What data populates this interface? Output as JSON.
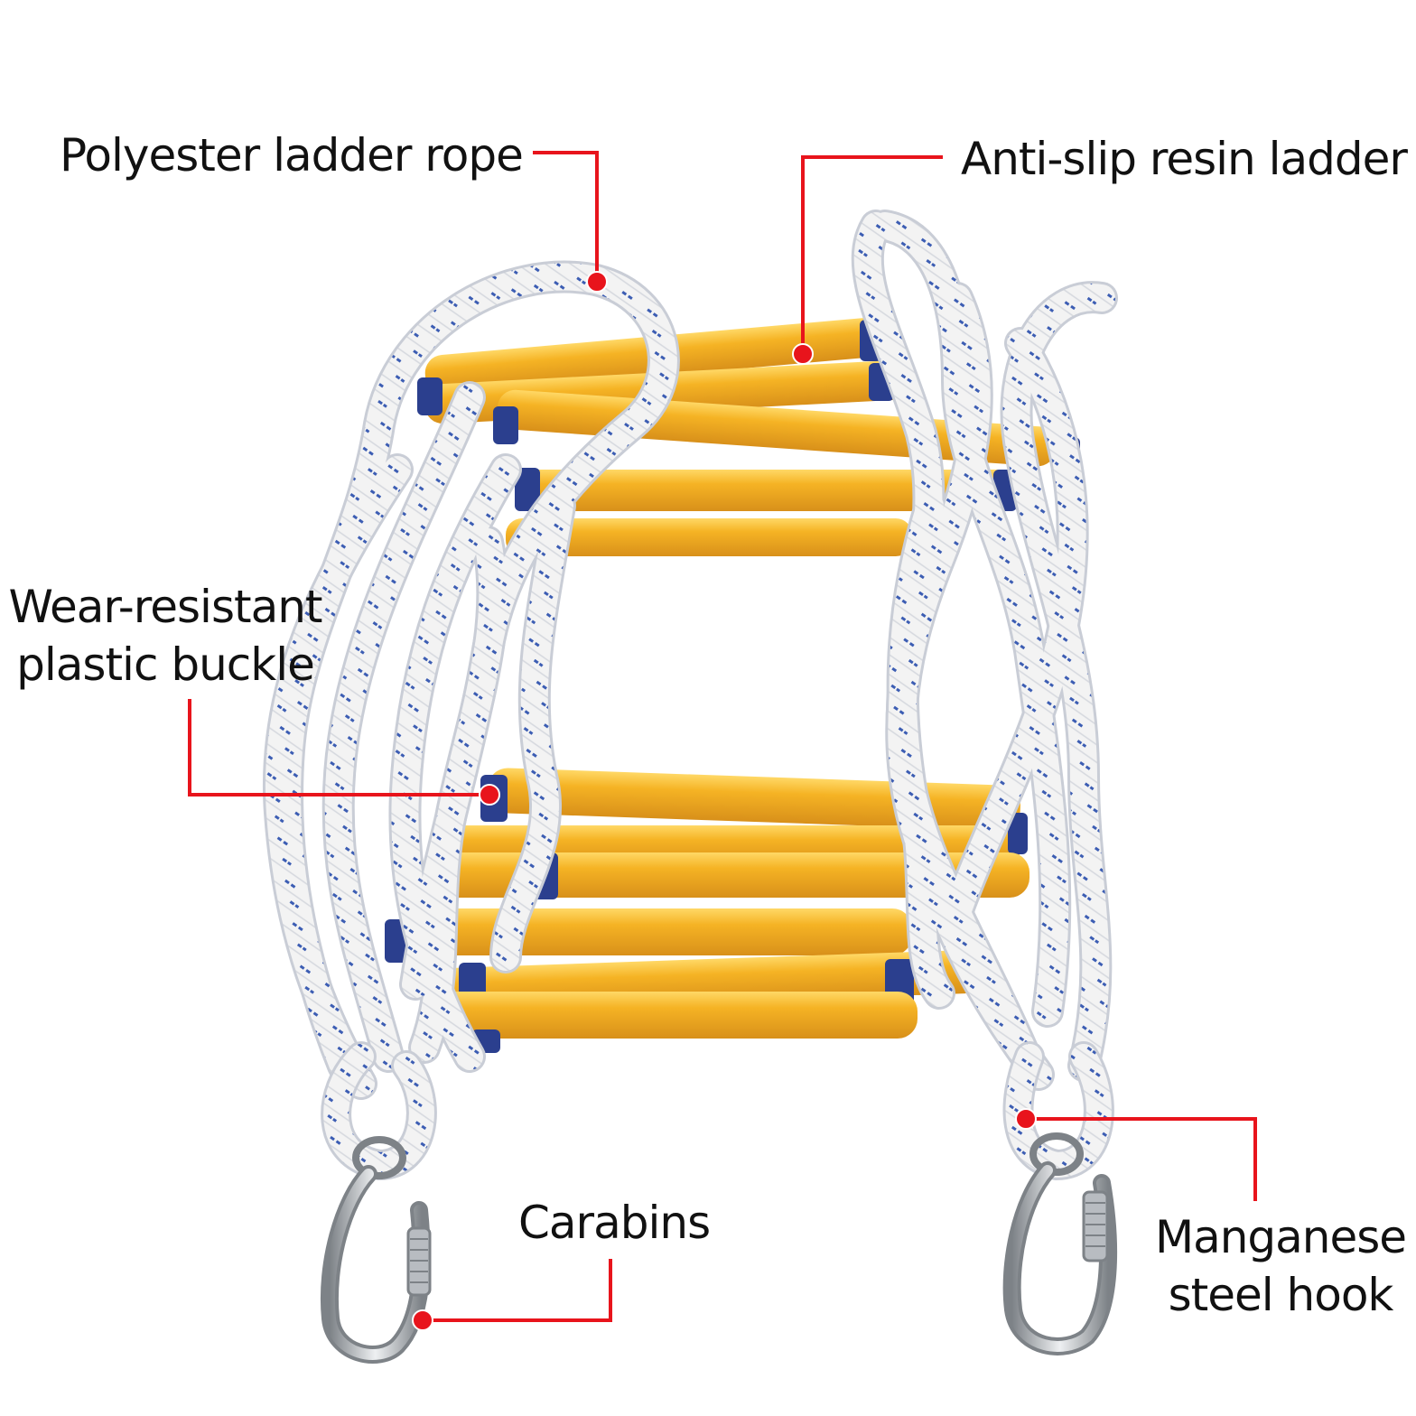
{
  "callouts": {
    "rope": {
      "text": "Polyester ladder rope"
    },
    "rung": {
      "text": "Anti-slip resin ladder"
    },
    "buckle": {
      "line1": "Wear-resistant",
      "line2": "plastic buckle"
    },
    "carabin": {
      "text": "Carabins"
    },
    "hook": {
      "line1": "Manganese",
      "line2": "steel hook"
    }
  },
  "colors": {
    "leader_line": "#e8141c",
    "rung_fill": "#f5b324",
    "rung_highlight": "#ffd866",
    "rung_shadow": "#d8901a",
    "end_cap": "#2b3f8e",
    "rope_base": "#f3f3f3",
    "rope_edge": "#c9cdd6",
    "rope_fleck": "#3c5db3",
    "steel": "#c4c8cc",
    "steel_dark": "#7d8287"
  },
  "icons": {
    "leader_marker": "red-dot",
    "hook": "carabiner-icon"
  }
}
